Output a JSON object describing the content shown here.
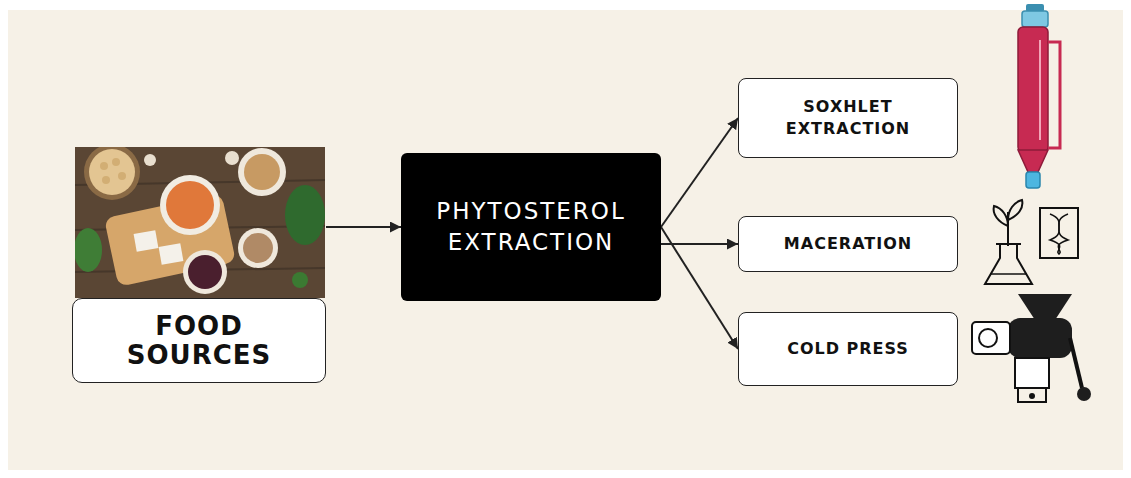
{
  "diagram": {
    "nodes": [
      {
        "text": [
          "FOOD SOURCES"
        ]
      },
      {
        "text": [
          "PHYTOSTEROL EXTRACTION"
        ]
      },
      {
        "text": [
          "SOXHLET EXTRACTION"
        ]
      },
      {
        "text": [
          "MACERATION"
        ]
      },
      {
        "text": [
          "COLD PRESS"
        ]
      }
    ],
    "edges": [
      {
        "from": 0,
        "to": 1,
        "arrow": "to"
      },
      {
        "from": 1,
        "to": 2,
        "arrow": "to"
      },
      {
        "from": 1,
        "to": 3,
        "arrow": "to"
      },
      {
        "from": 1,
        "to": 4,
        "arrow": "to"
      }
    ]
  }
}
